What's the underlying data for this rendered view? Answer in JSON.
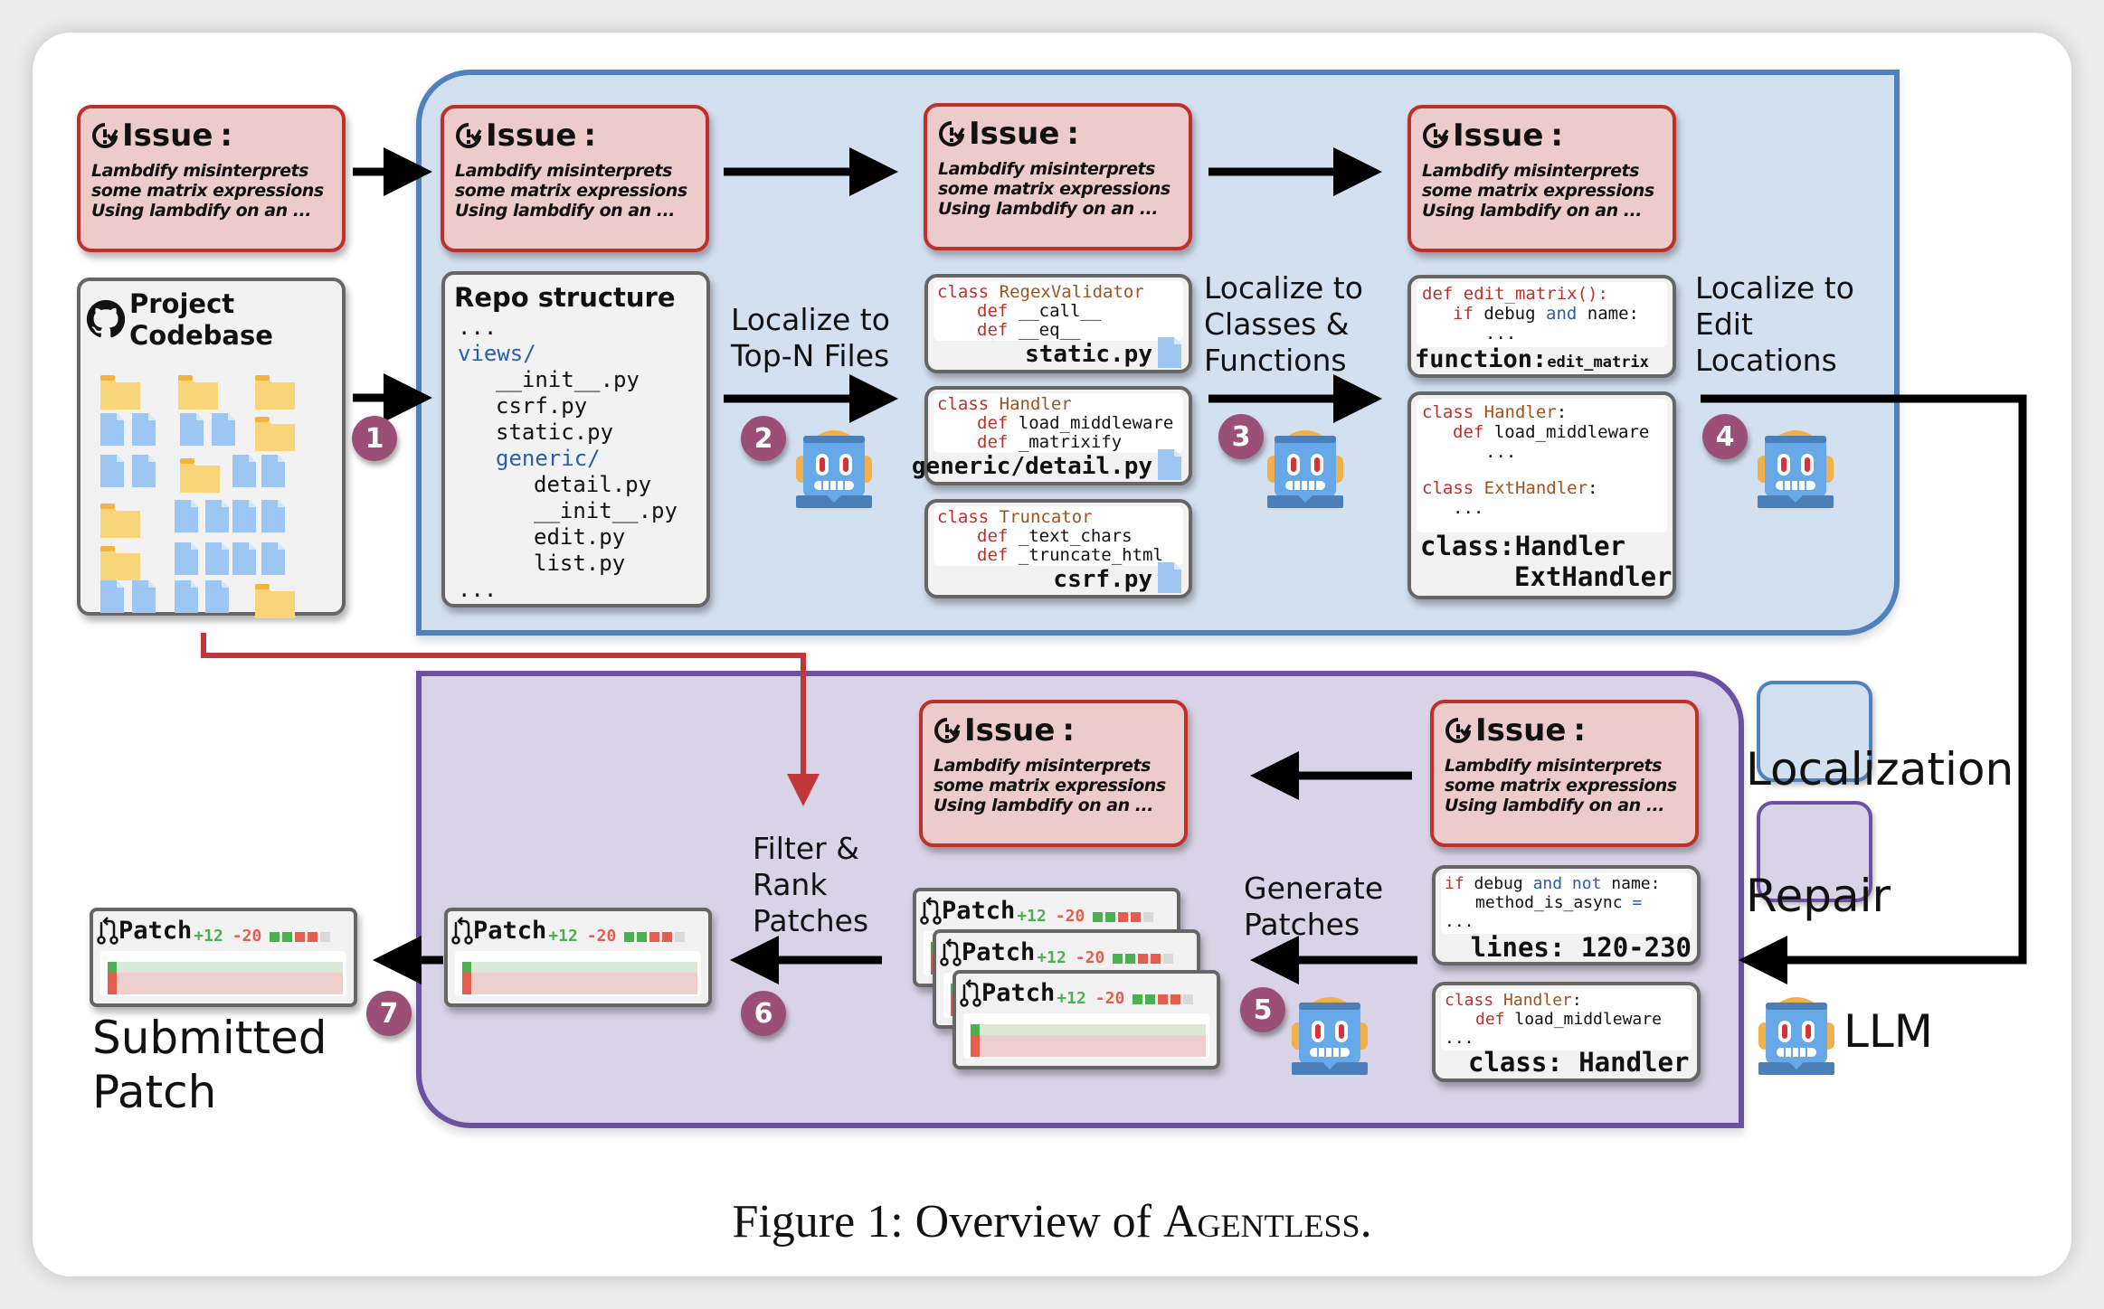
{
  "caption": {
    "prefix": "Figure 1: Overview of ",
    "name": "Agentless",
    "suffix": "."
  },
  "issue": {
    "title": "Issue",
    "colon": ":",
    "lines": [
      "Lambdify misinterprets",
      "some matrix expressions",
      "Using lambdify on an ..."
    ]
  },
  "codebase": {
    "title_line1": "Project",
    "title_line2": "Codebase"
  },
  "repo": {
    "title": "Repo structure",
    "lines": [
      {
        "text": "...",
        "indent": 0,
        "dir": false
      },
      {
        "text": "views/",
        "indent": 0,
        "dir": true
      },
      {
        "text": "__init__.py",
        "indent": 1,
        "dir": false
      },
      {
        "text": "csrf.py",
        "indent": 1,
        "dir": false
      },
      {
        "text": "static.py",
        "indent": 1,
        "dir": false
      },
      {
        "text": "generic/",
        "indent": 1,
        "dir": true
      },
      {
        "text": "detail.py",
        "indent": 2,
        "dir": false
      },
      {
        "text": "__init__.py",
        "indent": 2,
        "dir": false
      },
      {
        "text": "edit.py",
        "indent": 2,
        "dir": false
      },
      {
        "text": "list.py",
        "indent": 2,
        "dir": false
      },
      {
        "text": "...",
        "indent": 0,
        "dir": false
      }
    ]
  },
  "steps": {
    "s1": "1",
    "s2": "2",
    "s3": "3",
    "s4": "4",
    "s5": "5",
    "s6": "6",
    "s7": "7"
  },
  "labels": {
    "localize_files": [
      "Localize to",
      "Top-N Files"
    ],
    "localize_classes": [
      "Localize to",
      "Classes &",
      "Functions"
    ],
    "localize_edit": [
      "Localize to",
      "Edit",
      "Locations"
    ],
    "generate": [
      "Generate",
      "Patches"
    ],
    "filter": [
      "Filter &",
      "Rank",
      "Patches"
    ],
    "submitted": [
      "Submitted",
      "Patch"
    ]
  },
  "files": [
    {
      "class_kw": "class",
      "class_name": "RegexValidator",
      "colon": "",
      "defs": [
        "__call__",
        "__eq__"
      ],
      "filename": "static.py"
    },
    {
      "class_kw": "class",
      "class_name": "Handler",
      "colon": "",
      "defs": [
        "load_middleware",
        "_matrixify"
      ],
      "filename": "generic/detail.py"
    },
    {
      "class_kw": "class",
      "class_name": "Truncator",
      "colon": "",
      "defs": [
        "_text_chars",
        "_truncate_html"
      ],
      "filename": "csrf.py"
    }
  ],
  "func_box": {
    "def_kw": "def",
    "def_name": "edit_matrix():",
    "if_kw": "if",
    "cond1": "debug",
    "and_kw": "and",
    "cond2": "name:",
    "ellipsis": "...",
    "footer_label": "function:",
    "footer_value": "edit_matrix"
  },
  "class_box": {
    "class_kw": "class",
    "c1": "Handler",
    "c1_colon": ":",
    "def_kw": "def",
    "def_name": "load_middleware",
    "ellipsis": "...",
    "c2": "ExtHandler",
    "c2_colon": ":",
    "footer_label": "class:",
    "footer_value1": "Handler",
    "footer_value2": "ExtHandler"
  },
  "lines_box": {
    "if_kw": "if",
    "cond1": "debug",
    "and_kw": "and",
    "not_kw": "not",
    "cond2": "name:",
    "assign": "method_is_async",
    "eq": "=",
    "ellipsis": "...",
    "footer": "lines: 120-230"
  },
  "handler_box": {
    "class_kw": "class",
    "class_name": "Handler",
    "colon": ":",
    "def_kw": "def",
    "def_name": "load_middleware",
    "ellipsis": "...",
    "footer": "class: Handler"
  },
  "patch": {
    "title": "Patch",
    "additions": "+12",
    "deletions": "-20",
    "blocks": [
      "add",
      "add",
      "del",
      "del",
      "neutral"
    ]
  },
  "legend": {
    "localization": "Localization",
    "repair": "Repair",
    "llm": "LLM"
  },
  "colors": {
    "localization_fill": "#d3e0f0",
    "localization_border": "#4f81bd",
    "repair_fill": "#d9d3e7",
    "repair_border": "#6a51a3",
    "issue_fill": "#edcbcb",
    "issue_border": "#c0302b",
    "step_badge": "#9c4f76",
    "codebase_link": "#c0363a",
    "addition": "#4caf50",
    "deletion": "#e35d50"
  }
}
